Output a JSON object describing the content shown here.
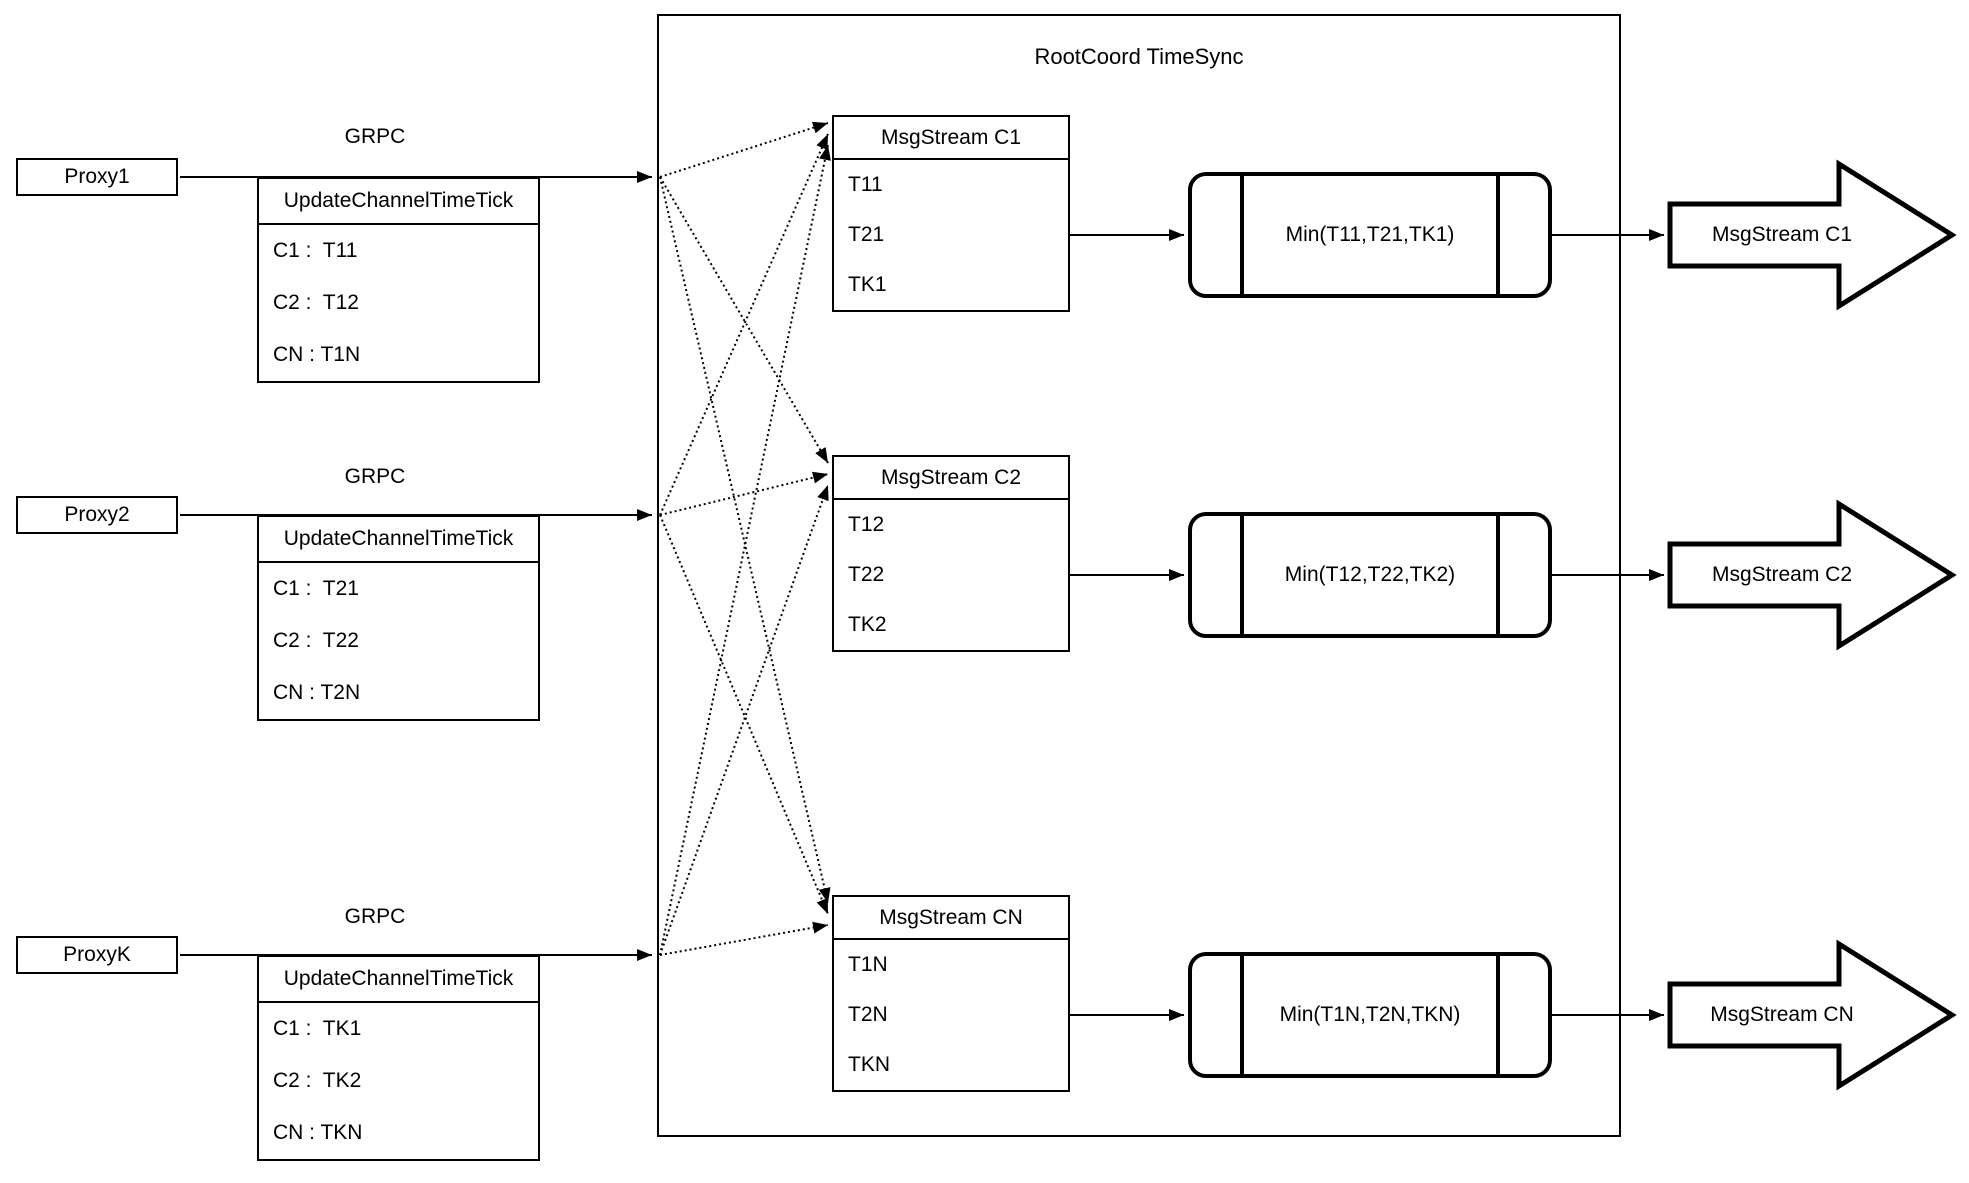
{
  "diagram": {
    "title": "RootCoord TimeSync",
    "colors": {
      "stroke": "#000000",
      "background": "#ffffff"
    },
    "rows": [
      {
        "proxy": "Proxy1",
        "grpc_label": "GRPC",
        "update_table": {
          "header": "UpdateChannelTimeTick",
          "rows": [
            "C1 :  T11",
            "C2 :  T12",
            "CN : T1N"
          ]
        },
        "msgstream_table": {
          "header": "MsgStream C1",
          "rows": [
            "T11",
            "T21",
            "TK1"
          ]
        },
        "min_label": "Min(T11,T21,TK1)",
        "output_arrow": "MsgStream C1"
      },
      {
        "proxy": "Proxy2",
        "grpc_label": "GRPC",
        "update_table": {
          "header": "UpdateChannelTimeTick",
          "rows": [
            "C1 :  T21",
            "C2 :  T22",
            "CN : T2N"
          ]
        },
        "msgstream_table": {
          "header": "MsgStream C2",
          "rows": [
            "T12",
            "T22",
            "TK2"
          ]
        },
        "min_label": "Min(T12,T22,TK2)",
        "output_arrow": "MsgStream C2"
      },
      {
        "proxy": "ProxyK",
        "grpc_label": "GRPC",
        "update_table": {
          "header": "UpdateChannelTimeTick",
          "rows": [
            "C1 :  TK1",
            "C2 :  TK2",
            "CN : TKN"
          ]
        },
        "msgstream_table": {
          "header": "MsgStream CN",
          "rows": [
            "T1N",
            "T2N",
            "TKN"
          ]
        },
        "min_label": "Min(T1N,T2N,TKN)",
        "output_arrow": "MsgStream CN"
      }
    ]
  }
}
